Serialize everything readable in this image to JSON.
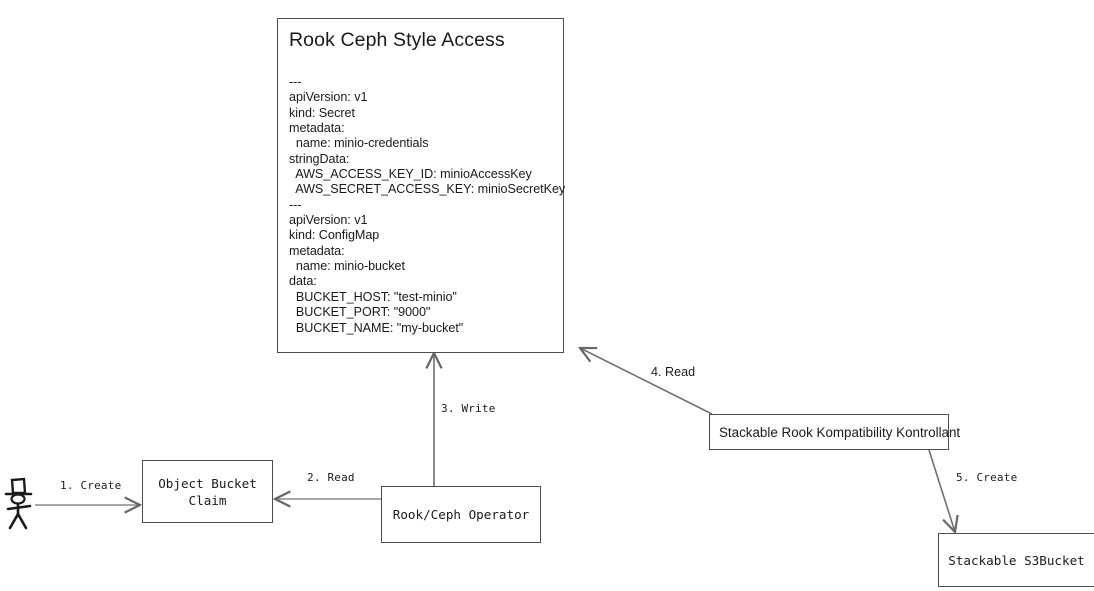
{
  "diagram": {
    "type": "flow-diagram",
    "title_node": {
      "name": "rook-ceph-style-access",
      "title": "Rook Ceph Style Access",
      "yaml": "---\napiVersion: v1\nkind: Secret\nmetadata:\n  name: minio-credentials\nstringData:\n  AWS_ACCESS_KEY_ID: minioAccessKey\n  AWS_SECRET_ACCESS_KEY: minioSecretKey\n---\napiVersion: v1\nkind: ConfigMap\nmetadata:\n  name: minio-bucket\ndata:\n  BUCKET_HOST: \"test-minio\"\n  BUCKET_PORT: \"9000\"\n  BUCKET_NAME: \"my-bucket\""
    },
    "nodes": [
      {
        "id": "actor",
        "label": "",
        "shape": "stick-figure-with-hat"
      },
      {
        "id": "obc",
        "label": "Object Bucket\nClaim",
        "shape": "rect"
      },
      {
        "id": "operator",
        "label": "Rook/Ceph Operator",
        "shape": "rect"
      },
      {
        "id": "srkk",
        "label": "Stackable Rook Kompatibility Kontrollant",
        "shape": "rect"
      },
      {
        "id": "s3bucket",
        "label": "Stackable S3Bucket",
        "shape": "rect"
      }
    ],
    "edges": [
      {
        "id": "e1",
        "label": "1. Create",
        "from": "actor",
        "to": "obc"
      },
      {
        "id": "e2",
        "label": "2. Read",
        "from": "operator",
        "to": "obc"
      },
      {
        "id": "e3",
        "label": "3. Write",
        "from": "operator",
        "to": "rook-ceph-style-access"
      },
      {
        "id": "e4",
        "label": "4. Read",
        "from": "srkk",
        "to": "rook-ceph-style-access"
      },
      {
        "id": "e5",
        "label": "5. Create",
        "from": "srkk",
        "to": "s3bucket"
      }
    ],
    "colors": {
      "stroke": "#4d4d4d",
      "text": "#1a1a1a",
      "background": "#ffffff",
      "arrow": "#666666"
    }
  }
}
